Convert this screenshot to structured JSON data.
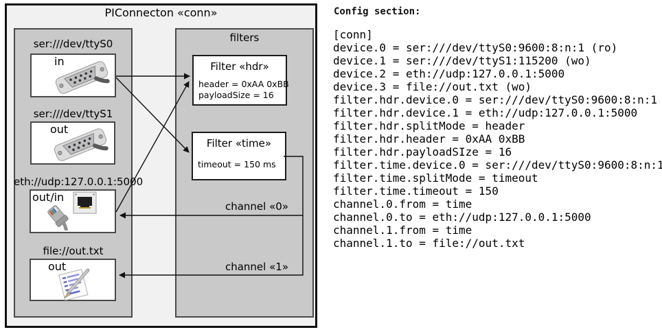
{
  "diagram": {
    "title": "PIConnecton «conn»",
    "filters_label": "filters",
    "filters": [
      {
        "title": "Filter «hdr»",
        "props": [
          "header = 0xAA 0xBB",
          "payloadSize = 16"
        ]
      },
      {
        "title": "Filter «time»",
        "props": [
          "timeout = 150 ms"
        ]
      }
    ],
    "devices": [
      {
        "uri": "ser:///dev/ttyS0",
        "direction": "in",
        "icon": "serial-connector-icon"
      },
      {
        "uri": "ser:///dev/ttyS1",
        "direction": "out",
        "icon": "serial-connector-icon"
      },
      {
        "uri": "eth://udp:127.0.0.1:5000",
        "direction": "out/in",
        "icon": "ethernet-connector-icon"
      },
      {
        "uri": "file://out.txt",
        "direction": "out",
        "icon": "notepad-pencil-icon"
      }
    ],
    "channel_labels": [
      "channel «0»",
      "channel «1»"
    ]
  },
  "config": {
    "heading": "Config section:",
    "lines": [
      "[conn]",
      "device.0 = ser:///dev/ttyS0:9600:8:n:1 (ro)",
      "device.1 = ser:///dev/ttyS1:115200 (wo)",
      "device.2 = eth://udp:127.0.0.1:5000",
      "device.3 = file://out.txt (wo)",
      "filter.hdr.device.0 = ser:///dev/ttyS0:9600:8:n:1",
      "filter.hdr.device.1 = eth://udp:127.0.0.1:5000",
      "filter.hdr.splitMode = header",
      "filter.hdr.header = 0xAA 0xBB",
      "filter.hdr.payloadSIze = 16",
      "filter.time.device.0 = ser:///dev/ttyS0:9600:8:n:1",
      "filter.time.splitMode = timeout",
      "filter.time.timeout = 150",
      "channel.0.from = time",
      "channel.0.to = eth://udp:127.0.0.1:5000",
      "channel.1.from = time",
      "channel.1.to = file://out.txt"
    ]
  },
  "colors": {
    "outer_background": "#f1f1f1",
    "panel_background": "#c9c9c9",
    "panel_border": "#4a4a4a",
    "box_background": "#ffffff",
    "line_color": "#111111",
    "text_color": "#000000"
  }
}
